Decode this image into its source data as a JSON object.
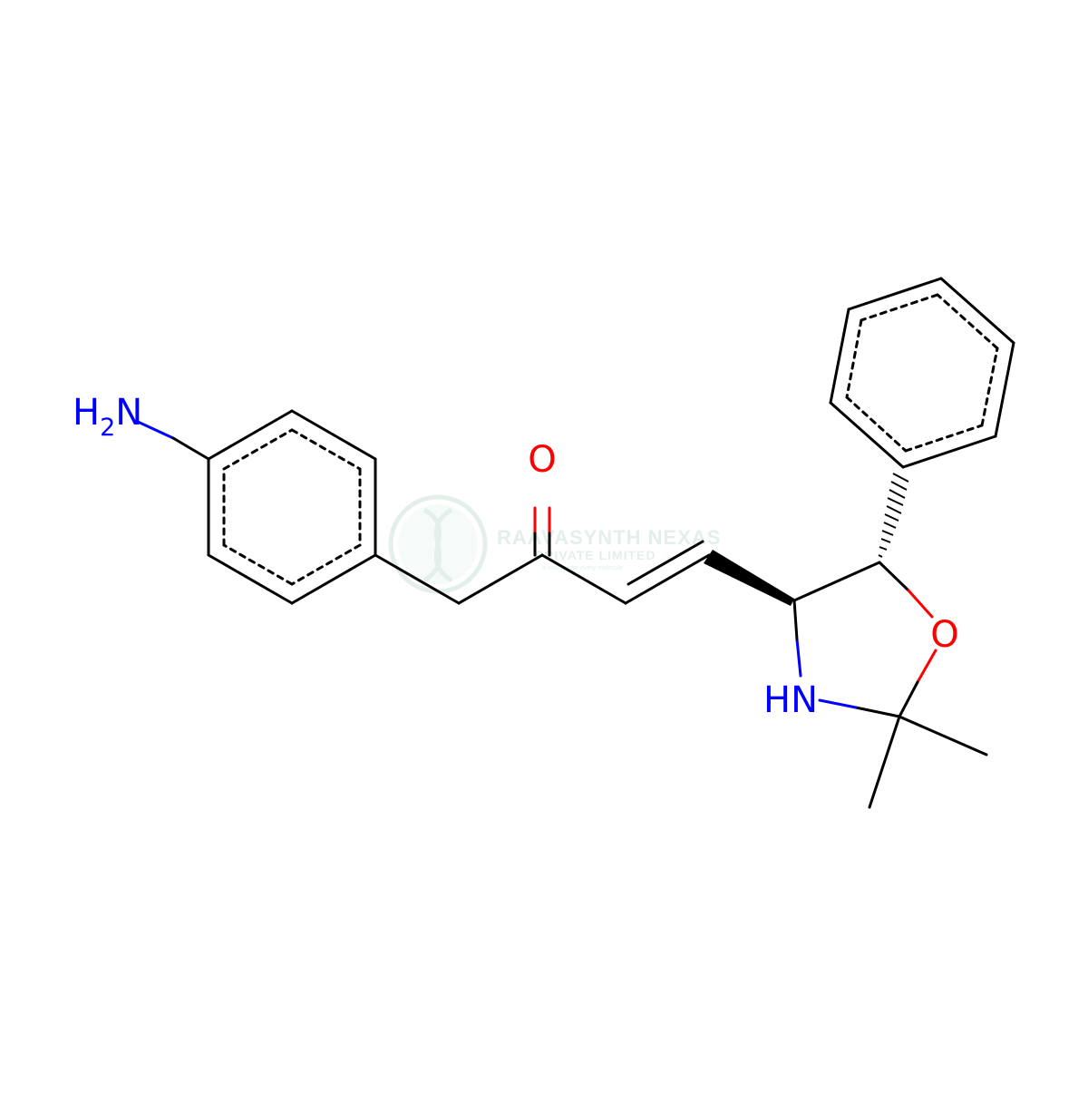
{
  "colors": {
    "bond": "#000000",
    "nitrogen": "#0000ff",
    "oxygen": "#ff0000",
    "watermark": "#2e8b57"
  },
  "atoms": {
    "amine": {
      "symbol": "H",
      "subscript": "2",
      "suffix": "N"
    },
    "ketone_oxygen": "O",
    "ring_oxygen": "O",
    "ring_nitrogen": "HN"
  },
  "watermark": {
    "title": "RAAVASYNTH NEXAS",
    "subtitle": "PRIVATE LIMITED",
    "tagline": "a solution for every molecule"
  }
}
